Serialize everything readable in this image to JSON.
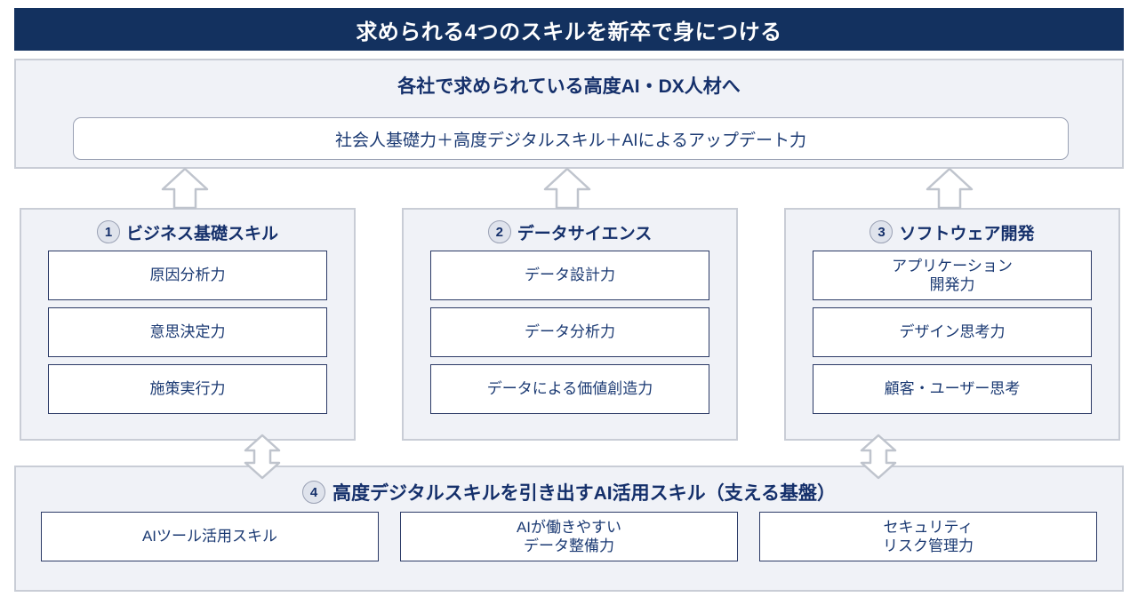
{
  "banner": {
    "title": "求められる4つのスキルを新卒で身につける"
  },
  "goal": {
    "heading": "各社で求められている高度AI・DX人材へ",
    "formula": "社会人基礎力＋高度デジタルスキル＋AIによるアップデート力"
  },
  "columns": [
    {
      "number": "1",
      "title": "ビジネス基礎スキル",
      "items": [
        "原因分析力",
        "意思決定力",
        "施策実行力"
      ]
    },
    {
      "number": "2",
      "title": "データサイエンス",
      "items": [
        "データ設計力",
        "データ分析力",
        "データによる価値創造力"
      ]
    },
    {
      "number": "3",
      "title": "ソフトウェア開発",
      "items": [
        "アプリケーション\n開発力",
        "デザイン思考力",
        "顧客・ユーザー思考"
      ]
    }
  ],
  "foundation": {
    "number": "4",
    "title": "高度デジタルスキルを引き出すAI活用スキル（支える基盤）",
    "items": [
      "AIツール活用スキル",
      "AIが働きやすい\nデータ整備力",
      "セキュリティ\nリスク管理力"
    ]
  },
  "colors": {
    "banner_bg": "#13315f",
    "panel_bg": "#f0f2f7",
    "panel_border": "#c9cdd6",
    "text_navy": "#15306b",
    "box_border": "#2b3a66",
    "badge_bg": "#dfe3ec",
    "arrow_fill": "#ffffff",
    "arrow_stroke": "#bfc4cd"
  },
  "arrows": {
    "up_to_goal": [
      "column-1",
      "column-2",
      "column-3"
    ],
    "bidirectional_to_foundation": [
      "column-1",
      "column-3"
    ]
  }
}
